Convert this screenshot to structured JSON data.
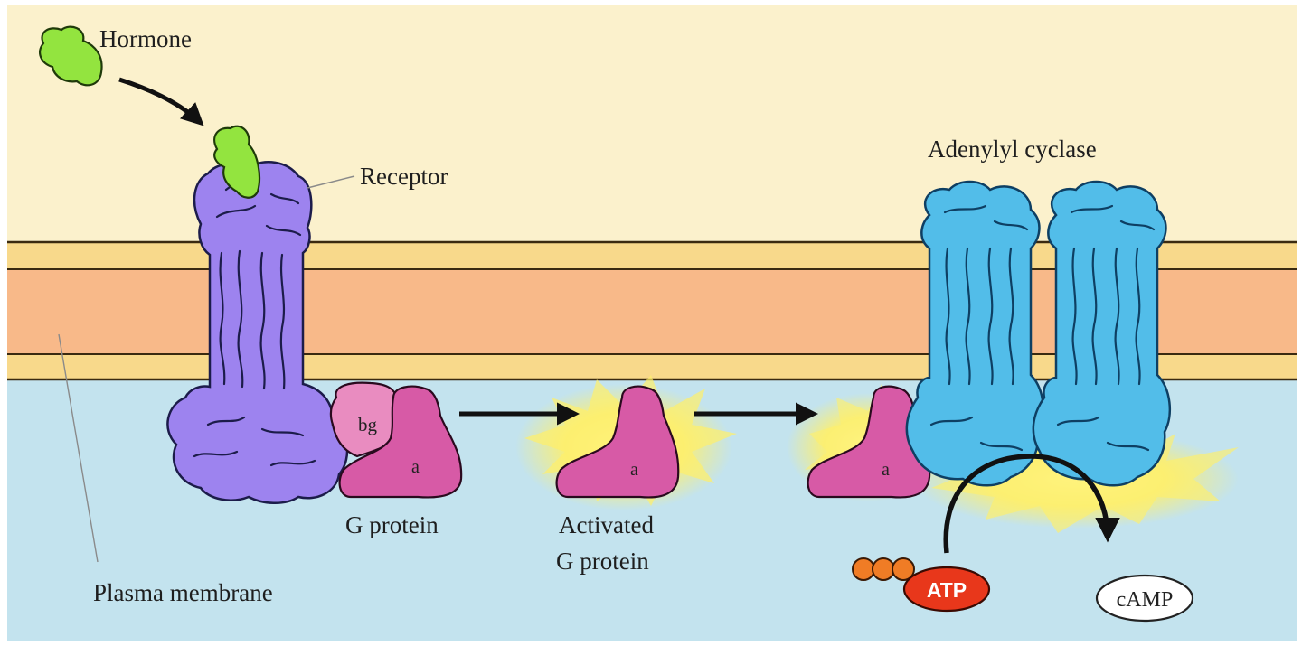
{
  "labels": {
    "hormone": "Hormone",
    "receptor": "Receptor",
    "adenylyl_cyclase": "Adenylyl cyclase",
    "g_protein": "G protein",
    "activated_line1": "Activated",
    "activated_line2": "G protein",
    "plasma_membrane": "Plasma membrane",
    "beta_gamma": "bg",
    "alpha": "a",
    "atp": "ATP",
    "camp": "cAMP"
  },
  "colors": {
    "extracellular": "#fbf1cc",
    "cytoplasm": "#c3e3ee",
    "membrane_outer": "#f8d98b",
    "membrane_core": "#f8b989",
    "receptor": "#9d83ef",
    "hormone": "#93e43f",
    "g_protein_alpha": "#d75aa6",
    "g_protein_beta_gamma": "#e98cc0",
    "adenylyl_cyclase": "#52bde9",
    "activation_glow": "#fff06a",
    "atp": "#e8371b",
    "phosphate": "#f07c25"
  }
}
